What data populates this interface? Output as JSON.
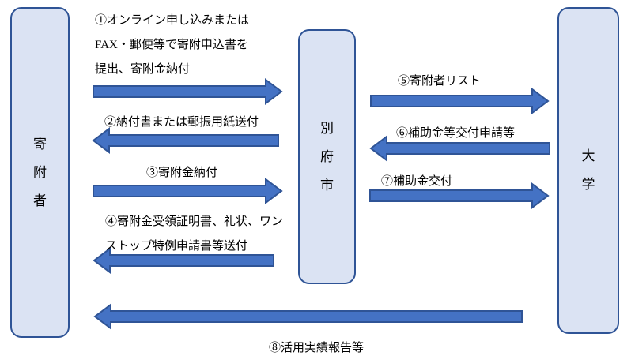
{
  "colors": {
    "node_fill": "#dbe3f3",
    "node_border": "#2f5496",
    "arrow_fill": "#4472c4",
    "arrow_border": "#2f5496",
    "text": "#000000",
    "background": "#ffffff"
  },
  "nodes": [
    {
      "id": "donor",
      "label": "寄附者"
    },
    {
      "id": "city",
      "label": "別府市"
    },
    {
      "id": "university",
      "label": "大学"
    }
  ],
  "flows": [
    {
      "step": "1",
      "from": "寄附者",
      "to": "別府市",
      "direction": "right",
      "lines": [
        "①オンライン申し込みまたは",
        "FAX・郵便等で寄附申込書を",
        "提出、寄附金納付"
      ]
    },
    {
      "step": "2",
      "from": "別府市",
      "to": "寄附者",
      "direction": "left",
      "lines": [
        "②納付書または郵振用紙送付"
      ]
    },
    {
      "step": "3",
      "from": "寄附者",
      "to": "別府市",
      "direction": "right",
      "lines": [
        "③寄附金納付"
      ]
    },
    {
      "step": "4",
      "from": "別府市",
      "to": "寄附者",
      "direction": "left",
      "lines": [
        "④寄附金受領証明書、礼状、ワン",
        "ストップ特例申請書等送付"
      ]
    },
    {
      "step": "5",
      "from": "別府市",
      "to": "大学",
      "direction": "right",
      "lines": [
        "⑤寄附者リスト"
      ]
    },
    {
      "step": "6",
      "from": "大学",
      "to": "別府市",
      "direction": "left",
      "lines": [
        "⑥補助金等交付申請等"
      ]
    },
    {
      "step": "7",
      "from": "別府市",
      "to": "大学",
      "direction": "right",
      "lines": [
        "⑦補助金交付"
      ]
    },
    {
      "step": "8",
      "from": "大学",
      "to": "寄附者",
      "direction": "left",
      "lines": [
        "⑧活用実績報告等"
      ]
    }
  ]
}
